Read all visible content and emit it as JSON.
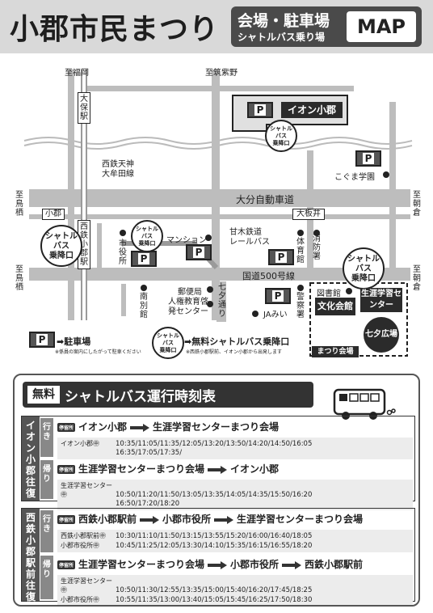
{
  "header": {
    "title": "小郡市民まつり",
    "subtitle1": "会場・駐車場",
    "subtitle2": "シャトルバス乗り場",
    "map_label": "MAP"
  },
  "map": {
    "directions": {
      "fukuoka": "至福岡",
      "chikushino": "至筑紫野",
      "torisu_left": "至鳥栖",
      "torisu_left2": "至鳥栖",
      "asakura_right": "至朝倉",
      "asakura_right2": "至朝倉"
    },
    "stations": {
      "ohara": "大保駅",
      "nishitetsu_ogori": "西鉄小郡駅",
      "ogori": "小郡"
    },
    "lines": {
      "nishitetsu_tenjin_omuta": "西鉄天神\n大牟田線",
      "amagi_railway": "甘木鉄道\nレールバス"
    },
    "roads": {
      "oita_expressway": "大分自動車道",
      "route500": "国道500号線",
      "oitai": "大板井",
      "tanabata_street": "七夕通り"
    },
    "places": {
      "aeon": "イオン小郡",
      "kogumagakuen": "こぐま学園",
      "city_office": "市役所",
      "mansion": "マンション",
      "gym": "体育館",
      "fire_station": "消防署",
      "post_office": "郵便局",
      "human_rights_center": "人権教育啓発センター",
      "minami_annex": "南別館",
      "ja_mi": "JAみい",
      "police": "警察署",
      "library": "図書館",
      "culture_hall": "文化会館",
      "lifelong_center": "生涯学習センター",
      "tanabata_plaza": "七夕広場",
      "festival_venue": "まつり会場"
    },
    "shuttle_stop": "シャトルバス乗降口",
    "shuttle_stop_short": "シャトル\nバス\n乗降口",
    "parking_symbol": "P",
    "legend": {
      "parking": "➡駐車場",
      "parking_note": "※係員の案内にしたがって駐車ください",
      "shuttle": "➡無料シャトルバス乗降口",
      "shuttle_note": "※西鉄小郡駅前、イオン小郡から出発します"
    }
  },
  "timetable": {
    "free_badge": "無料",
    "title": "シャトルバス運行時刻表",
    "stop_tag": "停留所",
    "sections": [
      {
        "label": "イオン小郡往復",
        "rows": [
          {
            "dir": "行き",
            "route": [
              "イオン小郡",
              "生涯学習センターまつり会場"
            ],
            "times": [
              {
                "station": "イオン小郡㊥",
                "values": "10:35/11:05/11:35/12:05/13:20/13:50/14:20/14:50/16:05"
              },
              {
                "station": "",
                "values": "16:35/17:05/17:35/"
              }
            ]
          },
          {
            "dir": "帰り",
            "route": [
              "生涯学習センターまつり会場",
              "イオン小郡"
            ],
            "times": [
              {
                "station": "生涯学習センター㊥",
                "values": "10:50/11:20/11:50/13:05/13:35/14:05/14:35/15:50/16:20"
              },
              {
                "station": "",
                "values": "16:50/17:20/18:20"
              }
            ]
          }
        ]
      },
      {
        "label": "西鉄小郡駅前往復",
        "rows": [
          {
            "dir": "行き",
            "route": [
              "西鉄小郡駅前",
              "小郡市役所",
              "生涯学習センターまつり会場"
            ],
            "times": [
              {
                "station": "西鉄小郡駅前㊥",
                "values": "10:30/11:10/11:50/13:15/13:55/15:20/16:00/16:40/18:05"
              },
              {
                "station": "小郡市役所㊥",
                "values": "10:45/11:25/12:05/13:30/14:10/15:35/16:15/16:55/18:20"
              }
            ]
          },
          {
            "dir": "帰り",
            "route": [
              "生涯学習センターまつり会場",
              "小郡市役所",
              "西鉄小郡駅前"
            ],
            "times": [
              {
                "station": "生涯学習センター㊥",
                "values": "10:50/11:30/12:55/13:35/15:00/15:40/16:20/17:45/18:25"
              },
              {
                "station": "小郡市役所㊥",
                "values": "10:55/11:35/13:00/13:40/15:05/15:45/16:25/17:50/18:30"
              }
            ]
          }
        ]
      }
    ]
  },
  "colors": {
    "header_bg": "#d9d9d9",
    "dark": "#333333",
    "road": "#bdbdbd"
  }
}
